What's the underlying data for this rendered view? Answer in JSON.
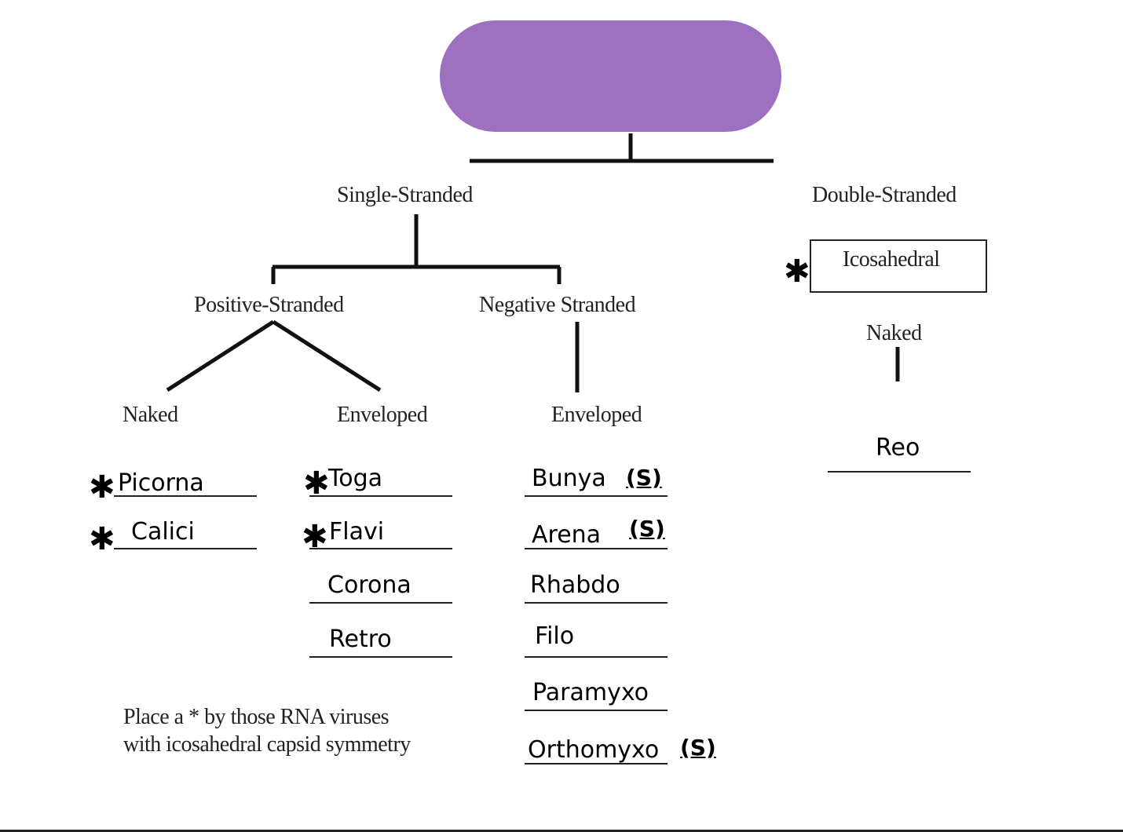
{
  "diagram": {
    "title_redacted": true,
    "title_color": "#9e70c0",
    "branches": {
      "single_stranded": {
        "label": "Single-Stranded",
        "positive": {
          "label": "Positive-Stranded",
          "naked": {
            "label": "Naked",
            "viruses": [
              {
                "name": "Picorna",
                "icosahedral": true
              },
              {
                "name": "Calici",
                "icosahedral": true
              }
            ]
          },
          "enveloped": {
            "label": "Enveloped",
            "viruses": [
              {
                "name": "Toga",
                "icosahedral": true
              },
              {
                "name": "Flavi",
                "icosahedral": true
              },
              {
                "name": "Corona",
                "icosahedral": false
              },
              {
                "name": "Retro",
                "icosahedral": false
              }
            ]
          }
        },
        "negative": {
          "label": "Negative Stranded",
          "enveloped": {
            "label": "Enveloped",
            "viruses": [
              {
                "name": "Bunya",
                "segmented": "(S)"
              },
              {
                "name": "Arena",
                "segmented": "(S)"
              },
              {
                "name": "Rhabdo",
                "segmented": ""
              },
              {
                "name": "Filo",
                "segmented": ""
              },
              {
                "name": "Paramyxo",
                "segmented": ""
              },
              {
                "name": "Orthomyxo",
                "segmented": "(S)"
              }
            ]
          }
        }
      },
      "double_stranded": {
        "label": "Double-Stranded",
        "symmetry": "Icosahedral",
        "icosahedral": true,
        "naked": {
          "label": "Naked",
          "viruses": [
            {
              "name": "Reo"
            }
          ]
        }
      }
    },
    "star_symbol": "✱",
    "note_line1": "Place a * by those RNA viruses",
    "note_line2": "with icosahedral capsid symmetry"
  }
}
